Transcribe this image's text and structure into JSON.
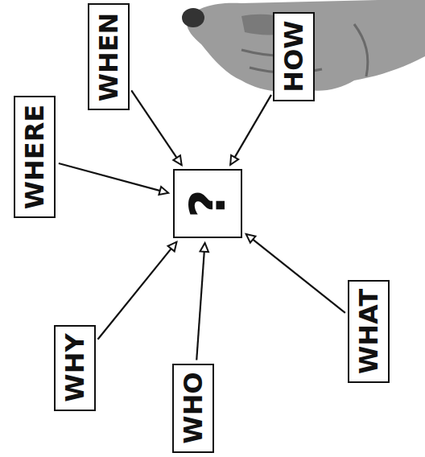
{
  "diagram": {
    "nodes": [
      {
        "text": [
          "WHEN"
        ]
      },
      {
        "text": [
          "HOW"
        ]
      },
      {
        "text": [
          "WHERE"
        ]
      },
      {
        "text": [
          "?"
        ]
      },
      {
        "text": [
          "WHAT"
        ]
      },
      {
        "text": [
          "WHY"
        ]
      },
      {
        "text": [
          "WHO"
        ]
      }
    ],
    "edges": [
      {
        "from": 0,
        "to": 3,
        "arrow": "to"
      },
      {
        "from": 1,
        "to": 3,
        "arrow": "to"
      },
      {
        "from": 2,
        "to": 3,
        "arrow": "to"
      },
      {
        "from": 4,
        "to": 3,
        "arrow": "to"
      },
      {
        "from": 5,
        "to": 3,
        "arrow": "to"
      },
      {
        "from": 6,
        "to": 3,
        "arrow": "to"
      }
    ]
  }
}
